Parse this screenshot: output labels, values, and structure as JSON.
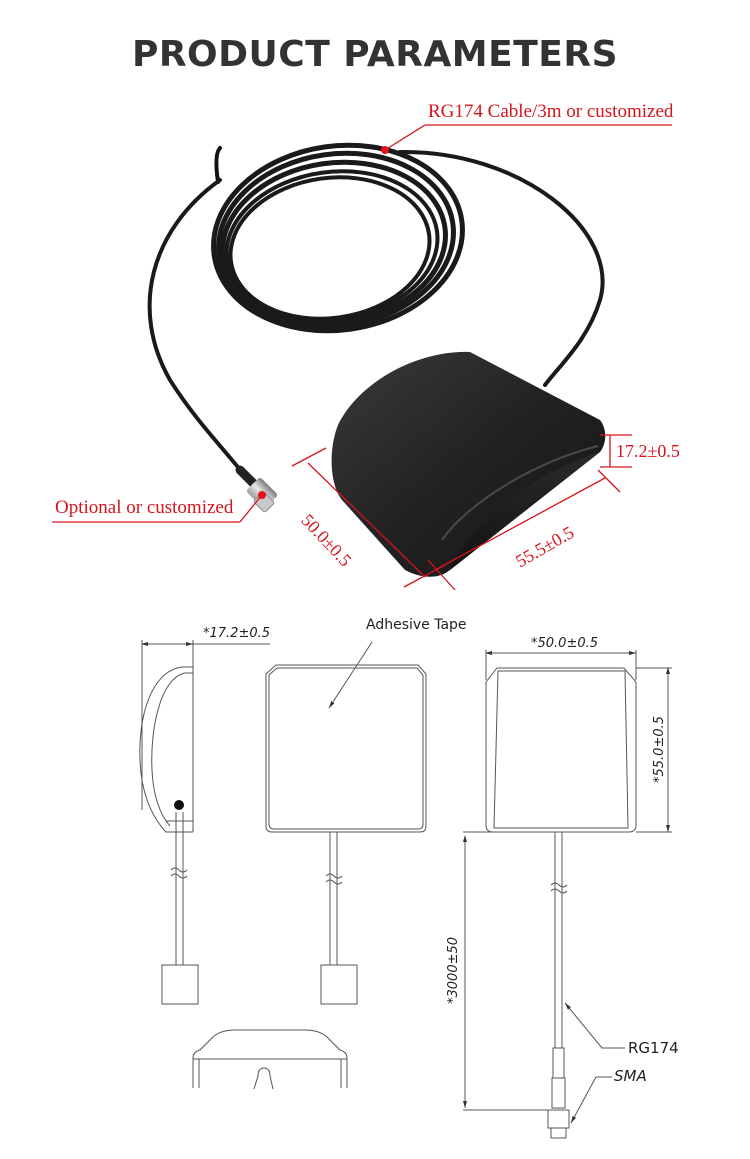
{
  "header": {
    "title": "PRODUCT PARAMETERS"
  },
  "photo": {
    "callouts": {
      "cable": "RG174 Cable/3m or customized",
      "connector": "Optional or customized"
    },
    "dimensions": {
      "height": "17.2±0.5",
      "width": "50.0±0.5",
      "length": "55.5±0.5"
    },
    "colors": {
      "annotation": "#d5141c",
      "product": "#1e1e1e"
    }
  },
  "drawing": {
    "side_thickness": "*17.2±0.5",
    "adhesive_label": "Adhesive Tape",
    "top_width": "*50.0±0.5",
    "top_height": "*55.0±0.5",
    "cable_length": "*3000±50",
    "cable_label": "RG174",
    "connector_label": "SMA"
  }
}
